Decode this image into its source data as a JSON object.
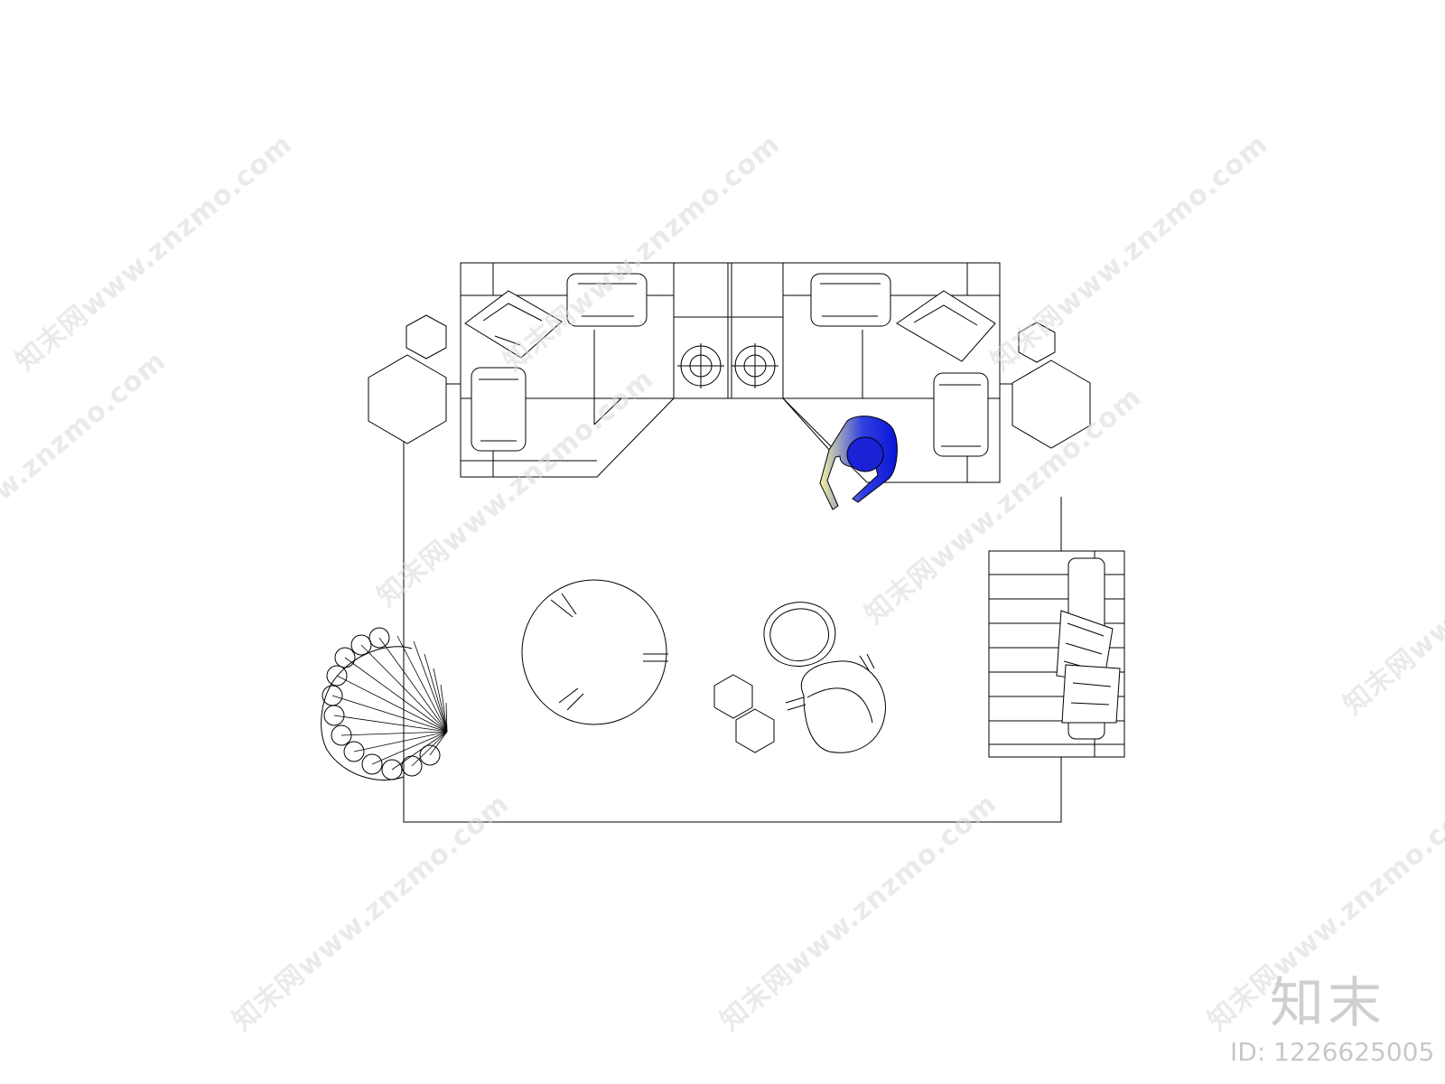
{
  "watermark": {
    "text": "知末网www.znzmo.com",
    "brand_logo": "知末",
    "id_label": "ID: 1226625005"
  },
  "colors": {
    "line": "#000000",
    "background": "#ffffff",
    "watermark": "#d9d9d9",
    "figure_gradient": [
      "#f5f3a0",
      "#0a14d8"
    ]
  },
  "elements": {
    "room_outline": "room-outline",
    "sofa_left": "sectional-sofa-left",
    "sofa_right": "sectional-sofa-right",
    "console": "console-with-lamps",
    "round_table": "round-coffee-table",
    "armchair": "armchair",
    "ottoman": "ottoman",
    "daybed": "daybed-bench",
    "plant": "potted-plant",
    "side_tables": "hexagon-side-tables",
    "person": "person-figure"
  }
}
